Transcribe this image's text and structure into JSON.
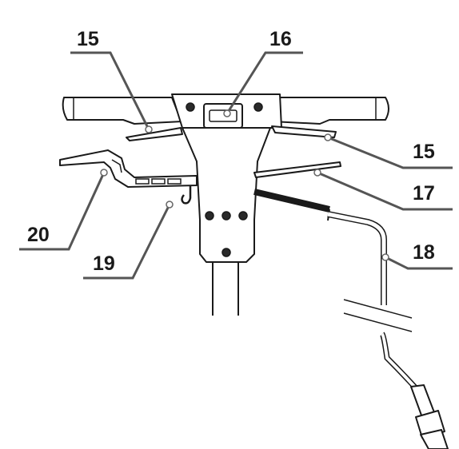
{
  "callouts": {
    "c15_left": "15",
    "c16": "16",
    "c15_right": "15",
    "c17": "17",
    "c20": "20",
    "c18": "18",
    "c19": "19"
  }
}
